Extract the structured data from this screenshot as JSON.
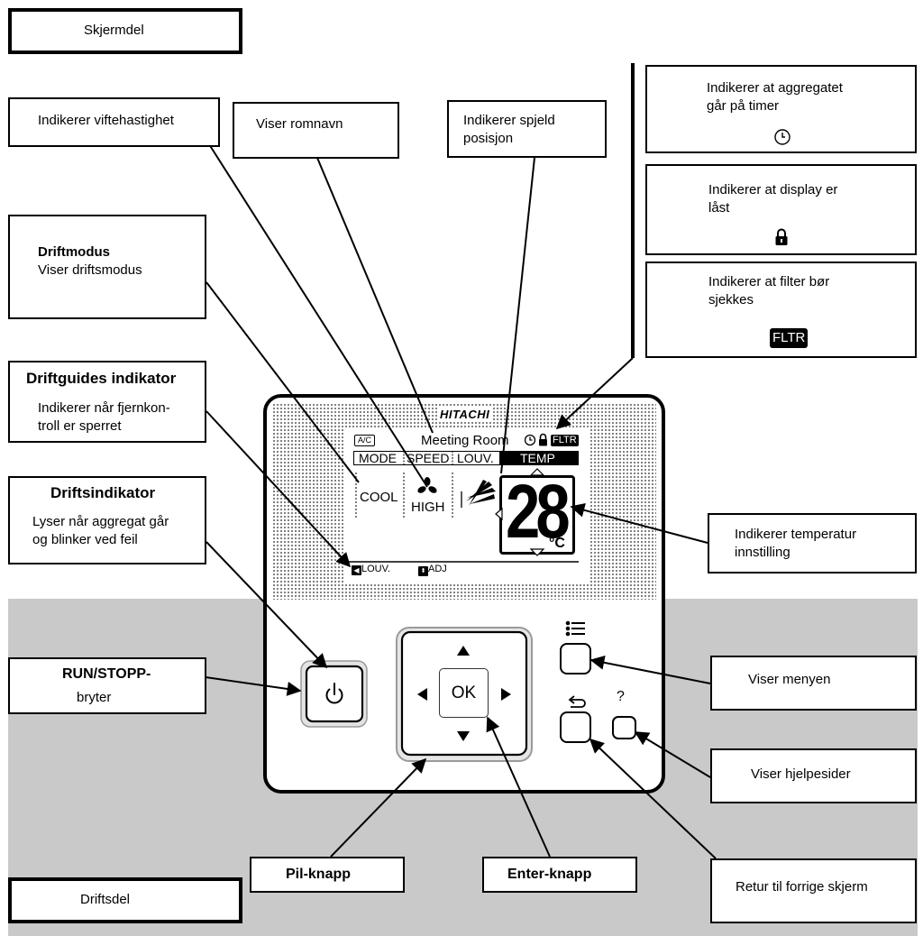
{
  "sections": {
    "display_part": "Skjermdel",
    "operation_part": "Driftsdel"
  },
  "callouts": {
    "fan_speed": "Indikerer viftehastighet",
    "room_name": "Viser romnavn",
    "louver_l1": "Indikerer spjeld",
    "louver_l2": "posisjon",
    "timer_l1": "Indikerer at aggregatet",
    "timer_l2": "går på timer",
    "lock_l1": "Indikerer at display er",
    "lock_l2": "låst",
    "filter_l1": "Indikerer at filter bør",
    "filter_l2": "sjekkes",
    "filter_badge": "FLTR",
    "op_mode_title": "Driftmodus",
    "op_mode_text": "Viser driftsmodus",
    "guide_title": "Driftguides indikator",
    "guide_l1": "Indikerer når fjernkon-",
    "guide_l2": "troll er sperret",
    "run_ind_title": "Driftsindikator",
    "run_ind_l1": "Lyser når aggregat går",
    "run_ind_l2": "og blinker ved feil",
    "temp_l1": "Indikerer temperatur",
    "temp_l2": "innstilling",
    "run_stop_l1": "RUN/STOPP-",
    "run_stop_l2": "bryter",
    "menu": "Viser menyen",
    "help": "Viser hjelpesider",
    "arrow_key": "Pil-knapp",
    "enter_key": "Enter-knapp",
    "return": "Retur til forrige skjerm"
  },
  "device": {
    "brand": "HITACHI",
    "ac_badge": "A/C",
    "room": "Meeting Room",
    "filter": "FLTR",
    "tabs": [
      "MODE",
      "SPEED",
      "LOUV.",
      "TEMP"
    ],
    "mode_value": "COOL",
    "speed_value": "HIGH",
    "temperature": "28",
    "unit": "°C",
    "hint_louver": "LOUV.",
    "hint_adjust": "ADJ",
    "ok": "OK",
    "help_symbol": "?"
  },
  "icons": [
    "clock-icon",
    "lock-icon",
    "fan-icon",
    "louver-icon",
    "power-icon",
    "menu-icon",
    "return-icon",
    "arrow-up-icon",
    "arrow-down-icon",
    "arrow-left-icon",
    "arrow-right-icon"
  ]
}
